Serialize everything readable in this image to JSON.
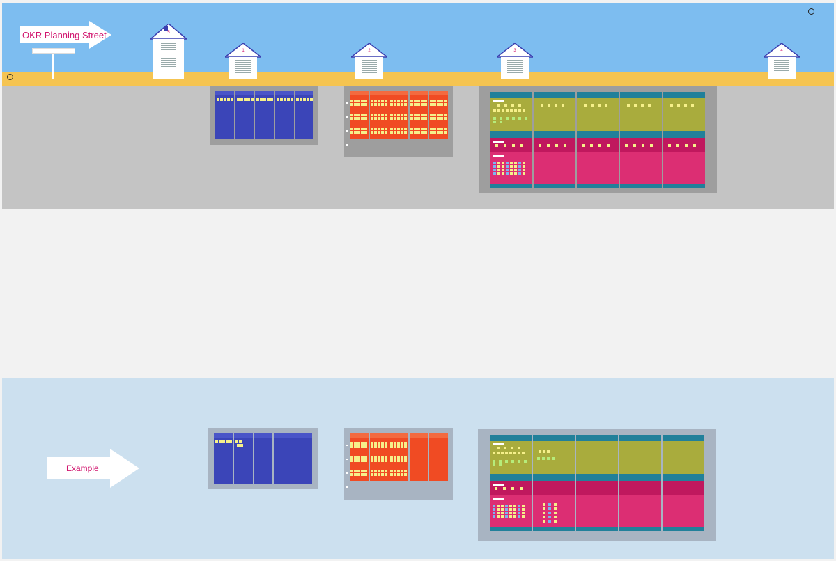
{
  "street": {
    "title": "OKR Planning Street",
    "sign_lines": [
      "",
      "",
      ""
    ],
    "logo_left": "",
    "logo_right": ""
  },
  "houses": [
    {
      "number": "5",
      "title": ""
    },
    {
      "number": "1",
      "title": ""
    },
    {
      "number": "2",
      "title": ""
    },
    {
      "number": "3",
      "title": ""
    },
    {
      "number": "4",
      "title": ""
    }
  ],
  "example": {
    "label": "Example"
  },
  "colors": {
    "sky": "#7dbdf0",
    "road": "#f5c451",
    "ground": "#c4c4c4",
    "example_bg": "#cce0ef",
    "board1": "#3b45b8",
    "board2": "#f04b23",
    "board3_olive": "#a9ac3d",
    "board3_magenta": "#dc2e73",
    "board3_teal": "#21809a",
    "accent": "#d1156e"
  }
}
